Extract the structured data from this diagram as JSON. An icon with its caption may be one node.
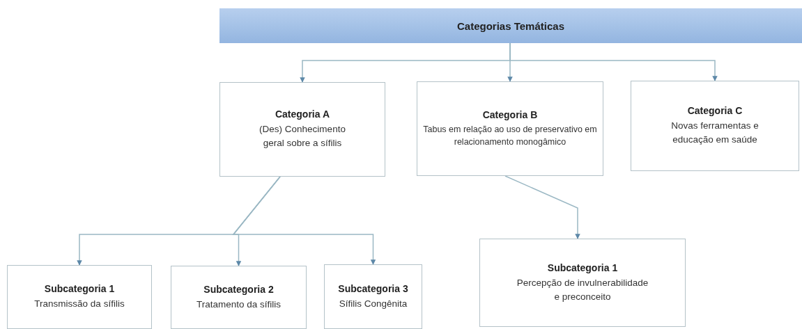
{
  "diagram": {
    "nodes": [
      {
        "text": [
          "Categorias Temáticas"
        ]
      },
      {
        "text": [
          "Categoria A",
          "(Des) Conhecimento geral sobre a sífilis"
        ]
      },
      {
        "text": [
          "Categoria B",
          "Tabus em relação ao uso de preservativo em relacionamento monogâmico"
        ]
      },
      {
        "text": [
          "Categoria C",
          "Novas ferramentas e educação em saúde"
        ]
      },
      {
        "text": [
          "Subcategoria 1",
          "Transmissão da sífilis"
        ]
      },
      {
        "text": [
          "Subcategoria 2",
          "Tratamento da sífilis"
        ]
      },
      {
        "text": [
          "Subcategoria 3",
          "Sífilis Congênita"
        ]
      },
      {
        "text": [
          "Subcategoria 1",
          "Percepção de invulnerabilidade e preconceito"
        ]
      }
    ],
    "edges": [
      {
        "from": 0,
        "to": 1,
        "arrow": "to"
      },
      {
        "from": 0,
        "to": 2,
        "arrow": "to"
      },
      {
        "from": 0,
        "to": 3,
        "arrow": "to"
      },
      {
        "from": 1,
        "to": 4,
        "arrow": "to"
      },
      {
        "from": 1,
        "to": 5,
        "arrow": "to"
      },
      {
        "from": 1,
        "to": 6,
        "arrow": "to"
      },
      {
        "from": 2,
        "to": 7,
        "arrow": "to"
      }
    ]
  }
}
